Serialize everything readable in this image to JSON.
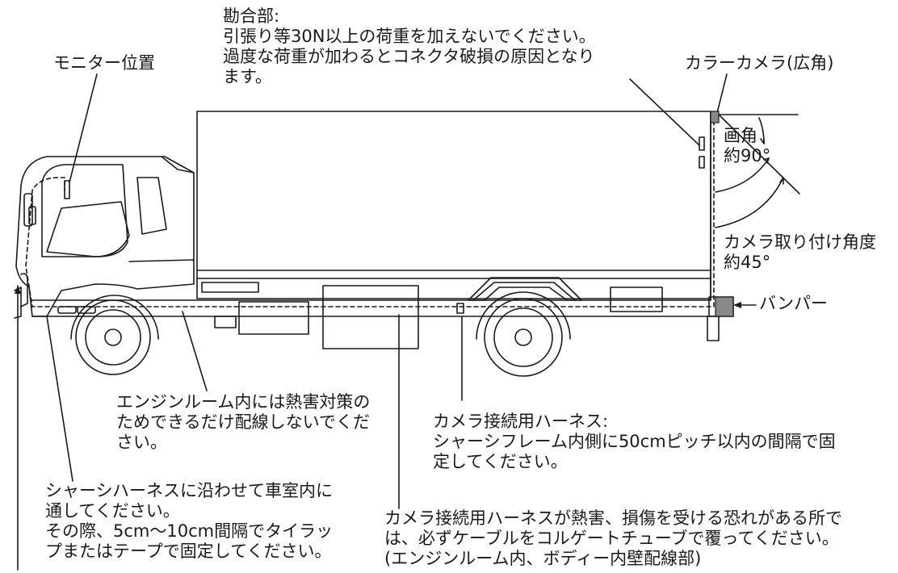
{
  "labels": {
    "monitor_position": "モニター位置",
    "connector": {
      "title": "勘合部:",
      "lines": [
        "引張り等30N以上の荷重を加えないでください。",
        "過度な荷重が加わるとコネクタ破損の原因となり",
        "ます。"
      ]
    },
    "color_camera": "カラーカメラ(広角)",
    "view_angle": {
      "line1": "画角",
      "line2": "約90°"
    },
    "mount_angle": {
      "line1": "カメラ取り付け角度",
      "line2": "約45°"
    },
    "bumper": "バンパー",
    "engine_room": {
      "lines": [
        "エンジンルーム内には熱害対策の",
        "ためできるだけ配線しないでくだ",
        "さい。"
      ]
    },
    "camera_harness": {
      "title": "カメラ接続用ハーネス:",
      "lines": [
        "シャーシフレーム内側に50cmピッチ以内の間隔で固",
        "定してください。"
      ]
    },
    "chassis_harness": {
      "lines": [
        "シャーシハーネスに沿わせて車室内に",
        "通してください。",
        "その際、5cm〜10cm間隔でタイラッ",
        "プまたはテープで固定してください。"
      ]
    },
    "heat_damage": {
      "lines": [
        "カメラ接続用ハーネスが熱害、損傷を受ける恐れがある所で",
        "は、必ずケーブルをコルゲートチューブで覆ってください。",
        "(エンジンルーム内、ボディー内壁配線部)"
      ]
    }
  },
  "colors": {
    "line": "#1a1a1a",
    "camera_fill": "#888888",
    "bumper_fill": "#888888"
  }
}
